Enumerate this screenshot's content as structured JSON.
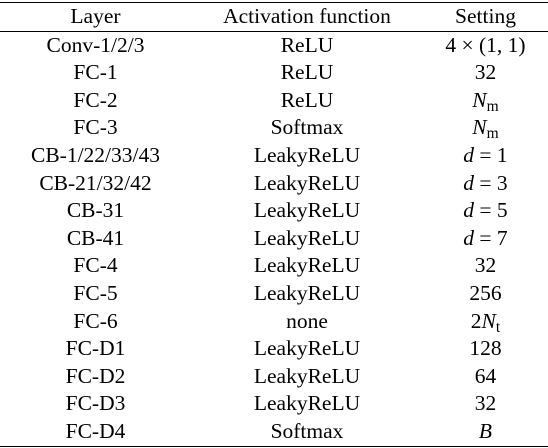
{
  "table": {
    "headers": {
      "layer": "Layer",
      "activation": "Activation function",
      "setting": "Setting"
    },
    "rows": [
      {
        "layer": "Conv-1/2/3",
        "activation": "ReLU",
        "setting": "4 × (1, 1)"
      },
      {
        "layer": "FC-1",
        "activation": "ReLU",
        "setting": "32"
      },
      {
        "layer": "FC-2",
        "activation": "ReLU",
        "setting": "N_m"
      },
      {
        "layer": "FC-3",
        "activation": "Softmax",
        "setting": "N_m"
      },
      {
        "layer": "CB-1/22/33/43",
        "activation": "LeakyReLU",
        "setting": "d = 1"
      },
      {
        "layer": "CB-21/32/42",
        "activation": "LeakyReLU",
        "setting": "d = 3"
      },
      {
        "layer": "CB-31",
        "activation": "LeakyReLU",
        "setting": "d = 5"
      },
      {
        "layer": "CB-41",
        "activation": "LeakyReLU",
        "setting": "d = 7"
      },
      {
        "layer": "FC-4",
        "activation": "LeakyReLU",
        "setting": "32"
      },
      {
        "layer": "FC-5",
        "activation": "LeakyReLU",
        "setting": "256"
      },
      {
        "layer": "FC-6",
        "activation": "none",
        "setting": "2N_t"
      },
      {
        "layer": "FC-D1",
        "activation": "LeakyReLU",
        "setting": "128"
      },
      {
        "layer": "FC-D2",
        "activation": "LeakyReLU",
        "setting": "64"
      },
      {
        "layer": "FC-D3",
        "activation": "LeakyReLU",
        "setting": "32"
      },
      {
        "layer": "FC-D4",
        "activation": "Softmax",
        "setting": "B"
      }
    ]
  }
}
